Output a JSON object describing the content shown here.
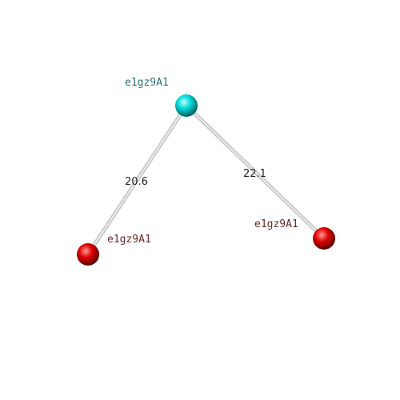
{
  "diagram": {
    "nodes": [
      {
        "id": "n1",
        "label": "e1gz9A1",
        "color": "#00d8d8",
        "label_color": "#2f6f72"
      },
      {
        "id": "n2",
        "label": "e1gz9A1",
        "color": "#e00000",
        "label_color": "#6b2a2a"
      },
      {
        "id": "n3",
        "label": "e1gz9A1",
        "color": "#e00000",
        "label_color": "#6b2a2a"
      }
    ],
    "edges": [
      {
        "from": "n1",
        "to": "n2",
        "label": "20.6"
      },
      {
        "from": "n1",
        "to": "n3",
        "label": "22.1"
      }
    ]
  }
}
